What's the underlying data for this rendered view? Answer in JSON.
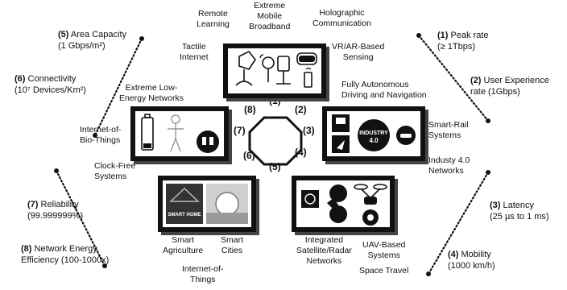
{
  "left_kpis": {
    "area_capacity": {
      "num": "(5)",
      "label": "Area Capacity",
      "value": "(1 Gbps/m²)"
    },
    "connectivity": {
      "num": "(6)",
      "label": "Connectivity",
      "value": "(10⁷ Devices/Km²)"
    },
    "reliability": {
      "num": "(7)",
      "label": "Reliability",
      "value": "(99.999999%)"
    },
    "energy": {
      "num": "(8)",
      "label": "Network Energy",
      "value": "Efficiency (100-1000x)"
    }
  },
  "right_kpis": {
    "peak_rate": {
      "num": "(1)",
      "label": "Peak rate",
      "value": "(≥ 1Tbps)"
    },
    "user_experience": {
      "num": "(2)",
      "label": "User Experience",
      "value": "rate (1Gbps)"
    },
    "latency": {
      "num": "(3)",
      "label": "Latency",
      "value": "(25 µs to 1 ms)"
    },
    "mobility": {
      "num": "(4)",
      "label": "Mobility",
      "value": "(1000 km/h)"
    }
  },
  "octagon_numbers": [
    "(1)",
    "(2)",
    "(3)",
    "(4)",
    "(5)",
    "(6)",
    "(7)",
    "(8)"
  ],
  "top_labels": {
    "remote_learning": [
      "Remote",
      "Learning"
    ],
    "extreme_mobile": [
      "Extreme",
      "Mobile",
      "Broadband"
    ],
    "holographic": [
      "Holographic",
      "Communication"
    ],
    "tactile": [
      "Tactile",
      "Internet"
    ],
    "vr_ar": [
      "VR/AR-Based",
      "Sensing"
    ]
  },
  "left_labels": {
    "extreme_low_energy": [
      "Extreme Low-",
      "Energy Networks"
    ],
    "iobt": [
      "Internet-of-",
      "Bio-Things"
    ],
    "clock_free": [
      "Clock-Free",
      "Systems"
    ]
  },
  "right_labels": {
    "autonomous": [
      "Fully Autonomous",
      "Driving and Navigation"
    ],
    "smart_rail": [
      "Smart-Rail",
      "Systems"
    ],
    "industry": [
      "Industy 4.0",
      "Networks"
    ]
  },
  "bottom_labels": {
    "smart_agriculture": [
      "Smart",
      "Agriculture"
    ],
    "smart_cities": [
      "Smart",
      "Cities"
    ],
    "iot": [
      "Internet-of-",
      "Things"
    ],
    "integrated_sat": [
      "Integrated",
      "Satellite/Radar",
      "Networks"
    ],
    "uav": [
      "UAV-Based",
      "Systems"
    ],
    "space_travel": "Space Travel"
  },
  "image_texts": {
    "industry_badge": "INDUSTRY",
    "industry_version": "4.0",
    "smart_home": "SMART HOME"
  },
  "colors": {
    "ink": "#111111",
    "panel_shadow": "#444444",
    "background": "#ffffff"
  }
}
